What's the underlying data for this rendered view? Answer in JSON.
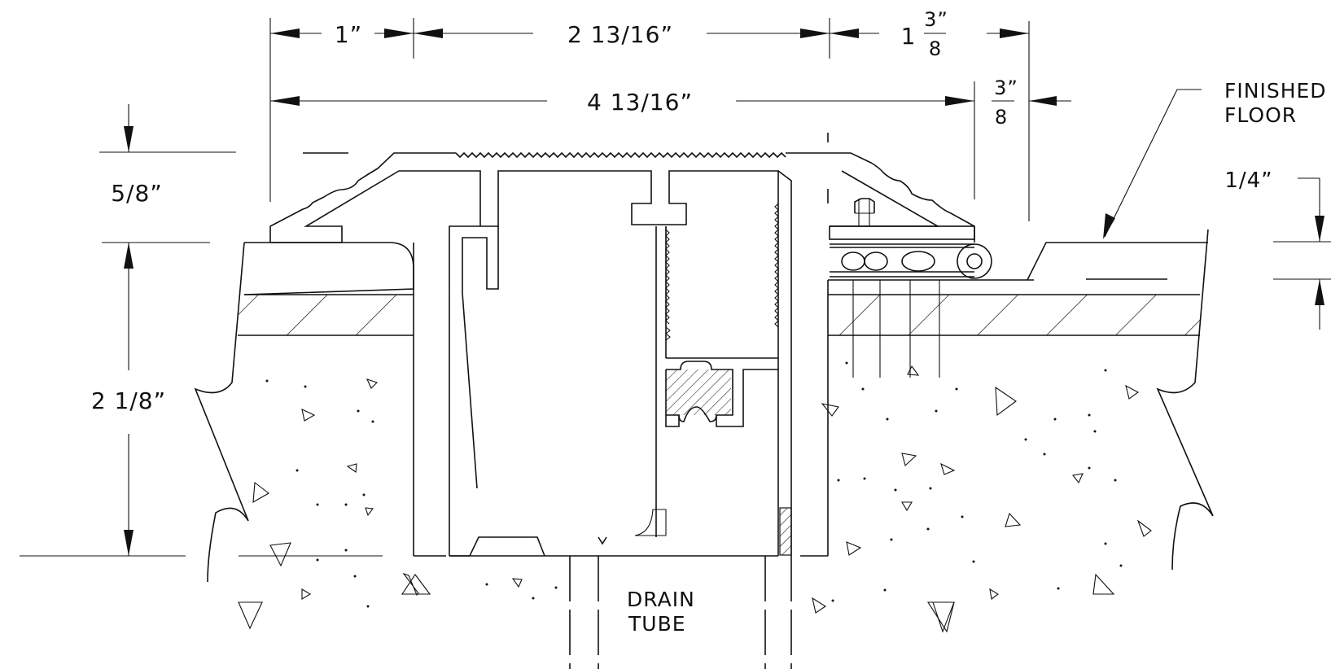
{
  "dimensions": {
    "top_left": "1”",
    "top_middle": "2  13/16”",
    "top_right_whole": "1",
    "top_right_num": "3”",
    "top_right_den": "8",
    "overall": "4  13/16”",
    "small_right_num": "3”",
    "small_right_den": "8",
    "left_upper": "5/8”",
    "left_lower": "2  1/8”",
    "right_recess": "1/4”"
  },
  "callouts": {
    "finished_floor_line1": "FINISHED",
    "finished_floor_line2": "FLOOR",
    "drain_tube_line1": "DRAIN",
    "drain_tube_line2": "TUBE"
  }
}
